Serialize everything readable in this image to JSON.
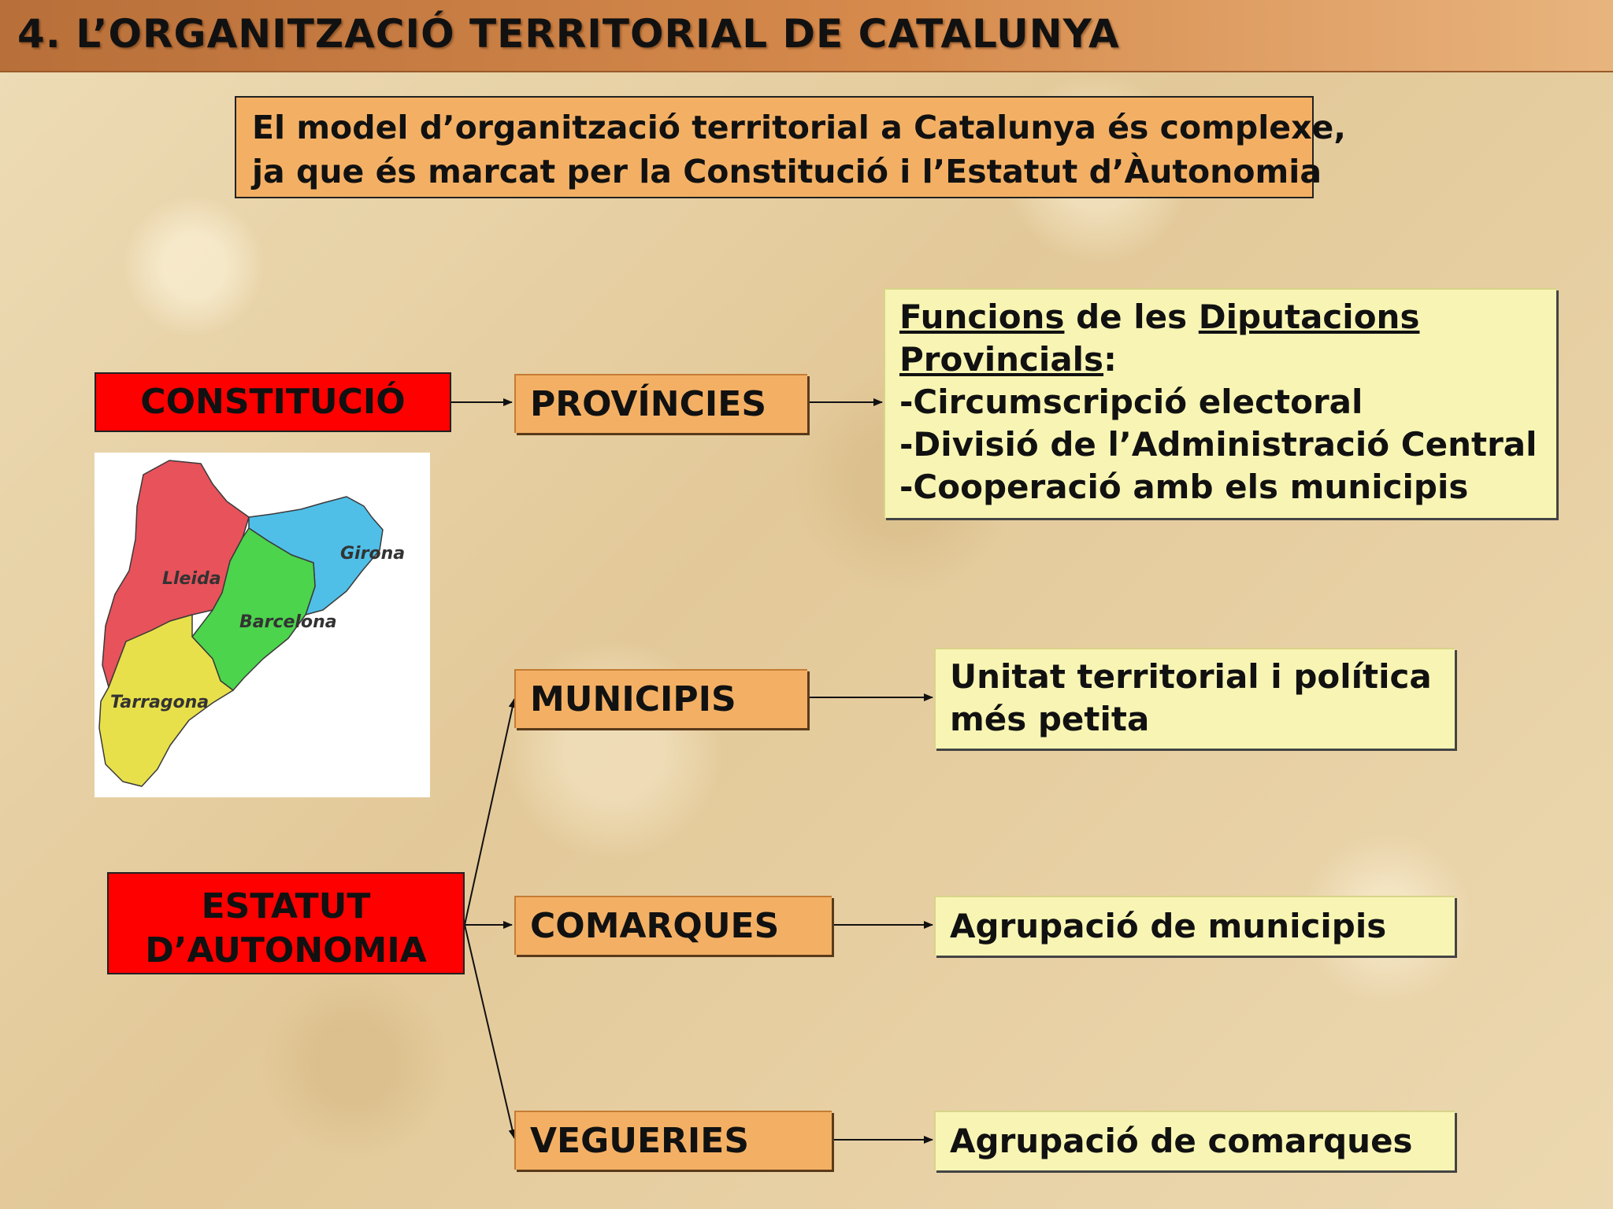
{
  "title": "4. L’ORGANITZACIÓ TERRITORIAL DE CATALUNYA",
  "intro": {
    "line1": "El model d’organització territorial a Catalunya és complexe,",
    "line2": "ja que és marcat per la Constitució i l’Estatut d’Àutonomia"
  },
  "sources": {
    "constitucio": "CONSTITUCIÓ",
    "estatut_line1": "ESTATUT",
    "estatut_line2": "D’AUTONOMIA"
  },
  "divisions": {
    "provincies": "PROVÍNCIES",
    "municipis": "MUNICIPIS",
    "comarques": "COMARQUES",
    "vegueries": "VEGUERIES"
  },
  "descriptions": {
    "provincies": {
      "funcions": "Funcions",
      "de_les": "de les",
      "diputacions": "Diputacions",
      "provincials": "Provincials",
      "colon": ":",
      "items": [
        "-Circumscripció electoral",
        "-Divisió de l’Administració Central",
        "-Cooperació amb els municipis"
      ]
    },
    "municipis": {
      "line1": "Unitat territorial i política",
      "line2": "més petita"
    },
    "comarques": "Agrupació de municipis",
    "vegueries": "Agrupació de comarques"
  },
  "map": {
    "labels": {
      "lleida": "Lleida",
      "girona": "Girona",
      "barcelona": "Barcelona",
      "tarragona": "Tarragona"
    },
    "colors": {
      "lleida": "#e8525a",
      "girona": "#4fbfe8",
      "barcelona": "#4cd44c",
      "tarragona": "#e8e04a"
    }
  }
}
